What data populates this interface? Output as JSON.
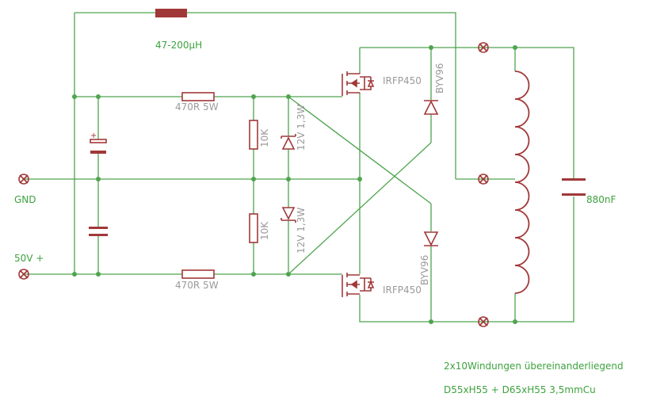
{
  "labels": {
    "inductor_value": "47-200µH",
    "r_top": "470R 5W",
    "r_bottom": "470R 5W",
    "r10k_top": "10K",
    "r10k_bottom": "10K",
    "zener_top": "12V 1,3W",
    "zener_bottom": "12V 1,3W",
    "mosfet_top": "IRFP450",
    "mosfet_bottom": "IRFP450",
    "diode_top": "BYV96",
    "diode_bottom": "BYV96",
    "gnd": "GND",
    "supply": "50V +",
    "cap_value": "880nF",
    "note_line1": "2x10Windungen übereinanderliegend",
    "note_line2": "D55xH55 + D65xH55  3,5mmCu"
  },
  "colors": {
    "wire": "#4fa44f",
    "component": "#a13838",
    "label_green": "#3ea23e",
    "label_gray": "#9a9a9a"
  }
}
